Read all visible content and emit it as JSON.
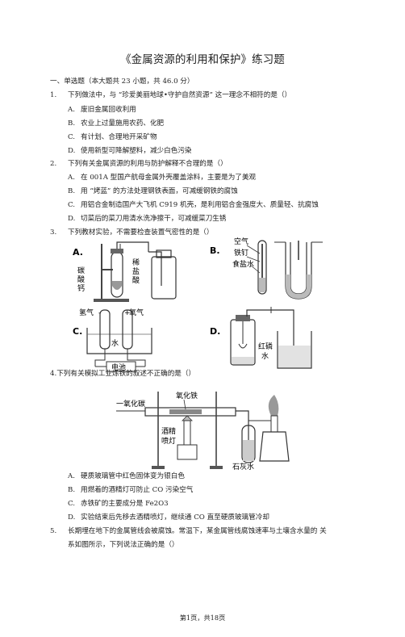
{
  "title": "《金属资源的利用和保护》练习题",
  "section": "一、单选题（本大题共 23 小题，共 46.0 分）",
  "q1": {
    "num": "1.",
    "text": "下列做法中，与 “珍爱美丽地球•守护自然资源” 这一理念不相符的是（）",
    "options": [
      {
        "letter": "A.",
        "text": "废旧金属回收利用"
      },
      {
        "letter": "B.",
        "text": "农业上过量施用农药、化肥"
      },
      {
        "letter": "C.",
        "text": "有计划、合理地开采矿物"
      },
      {
        "letter": "D.",
        "text": "使用新型可降解塑料，减少白色污染"
      }
    ]
  },
  "q2": {
    "num": "2.",
    "text": "下列有关金属资源的利用与防护解释不合理的是（）",
    "options": [
      {
        "letter": "A.",
        "text": "在 001A 型国产航母金属外壳覆盖涂料，主要是为了美观"
      },
      {
        "letter": "B.",
        "text": "用 “烤蓝” 的方法处理钢铁表面，可减缓钢铁的腐蚀"
      },
      {
        "letter": "C.",
        "text": "用铝合金制造国产大飞机 C919 机壳，是利用铝合金强度大、质量轻、抗腐蚀"
      },
      {
        "letter": "D.",
        "text": "切菜后的菜刀用清水洗净擦干，可减缓菜刀生锈"
      }
    ]
  },
  "q3": {
    "num": "3.",
    "text": "下列教材实验，不需要检查装置气密性的是（）",
    "figA": {
      "letter": "A.",
      "labels": [
        "碳",
        "酸",
        "钙",
        "稀",
        "盐",
        "酸"
      ]
    },
    "figB": {
      "letter": "B.",
      "labels": [
        "空气",
        "铁钉",
        "食盐水"
      ]
    },
    "figC": {
      "letter": "C.",
      "labels": [
        "氢气",
        "氧气",
        "水",
        "电池"
      ],
      "marks": [
        "-",
        "+"
      ]
    },
    "figD": {
      "letter": "D.",
      "labels": [
        "红磷",
        "水"
      ]
    }
  },
  "q4": {
    "text": "4.下列有关模拟工业炼铁的叙述不正确的是（）",
    "fig": {
      "labels": [
        "一氧化碳",
        "氧化铁",
        "酒精",
        "喷灯",
        "石灰水"
      ]
    },
    "options": [
      {
        "letter": "A.",
        "text": "硬质玻璃管中红色固体变为银白色"
      },
      {
        "letter": "B.",
        "text": "用燃着的酒精灯可防止 CO 污染空气"
      },
      {
        "letter": "C.",
        "text": "赤铁矿的主要成分是 Fe2O3"
      },
      {
        "letter": "D.",
        "text": "实验结束后先移去酒精喷灯，继续通 CO 直至硬质玻璃管冷却"
      }
    ]
  },
  "q5": {
    "num": "5.",
    "text1": "长期埋在地下的金属管线会被腐蚀。常温下，某金属管线腐蚀速率与土壤含水量的 关",
    "text2": "系如图所示，下列说法正确的是（）"
  },
  "footer": "第1页，共18页"
}
